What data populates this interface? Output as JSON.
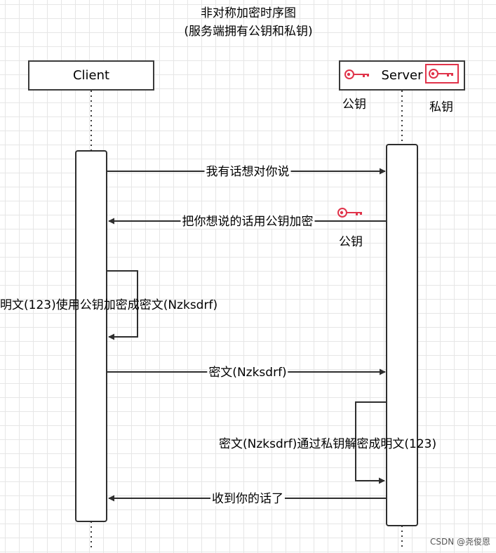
{
  "diagram": {
    "title": "非对称加密时序图",
    "subtitle": "(服务端拥有公钥和私钥)",
    "participants": {
      "client": "Client",
      "server": "Server"
    },
    "server_keys": {
      "public_label": "公钥",
      "private_label": "私钥"
    },
    "messages": [
      {
        "from": "client",
        "to": "server",
        "label": "我有话想对你说"
      },
      {
        "from": "server",
        "to": "client",
        "label": "把你想说的话用公钥加密",
        "key_label": "公钥"
      },
      {
        "from": "client",
        "to": "client",
        "label": "明文(123)使用公钥加密成密文(Nzksdrf)"
      },
      {
        "from": "client",
        "to": "server",
        "label": "密文(Nzksdrf)"
      },
      {
        "from": "server",
        "to": "server",
        "label": "密文(Nzksdrf)通过私钥解密成明文(123)"
      },
      {
        "from": "server",
        "to": "client",
        "label": "收到你的话了"
      }
    ],
    "colors": {
      "line": "#2e2e2e",
      "key": "#e0334a"
    }
  },
  "watermark": {
    "text": "CSDN @尧俊恩"
  }
}
